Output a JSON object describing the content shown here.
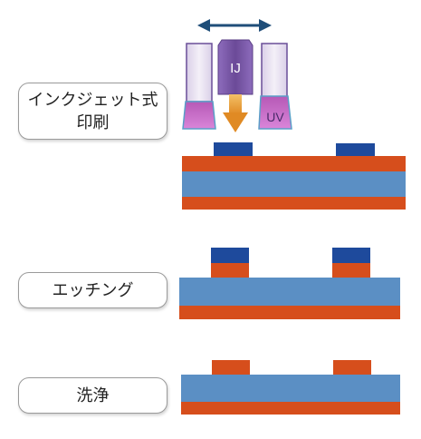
{
  "steps": [
    {
      "id": "inkjet",
      "label_lines": [
        "インクジェット式",
        "印刷"
      ]
    },
    {
      "id": "etching",
      "label_lines": [
        "エッチング"
      ]
    },
    {
      "id": "cleaning",
      "label_lines": [
        "洗浄"
      ]
    }
  ],
  "printhead": {
    "ij_label": "IJ",
    "uv_label": "UV",
    "motion": "horizontal scan"
  },
  "colors": {
    "copper": "#d64e1c",
    "substrate": "#5b8fc4",
    "resist": "#1e4a9c",
    "arrow": "#1f4e79",
    "head_purple": "#7a5aa6",
    "uv_lamp": "#c46ac4",
    "uv_body": "#e6dcf0",
    "jet_orange": "#e8a43c"
  },
  "icons": [
    "double-arrow-icon",
    "down-arrow-icon"
  ]
}
